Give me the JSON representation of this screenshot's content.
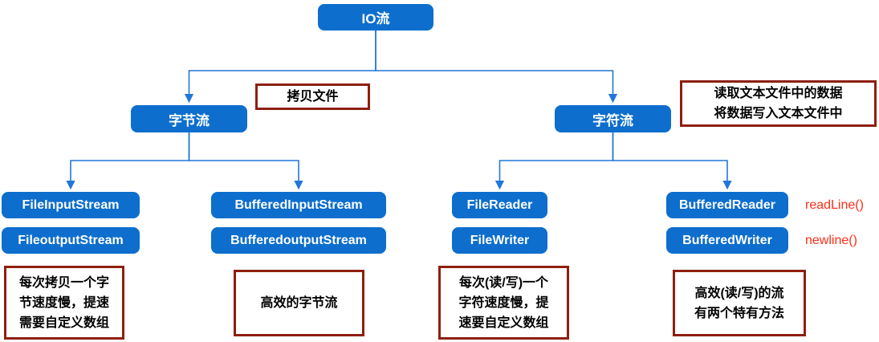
{
  "diagram": {
    "root": {
      "label": "IO流"
    },
    "branches": {
      "byte_stream": {
        "label": "字节流"
      },
      "char_stream": {
        "label": "字符流"
      }
    },
    "leaves": {
      "file_input": "FileInputStream",
      "file_output": "FileoutputStream",
      "buffered_input": "BufferedInputStream",
      "buffered_output": "BufferedoutputStream",
      "file_reader": "FileReader",
      "file_writer": "FileWriter",
      "buffered_reader": "BufferedReader",
      "buffered_writer": "BufferedWriter"
    },
    "annotations": {
      "copy_file": "拷贝文件",
      "char_usage_line1": "读取文本文件中的数据",
      "char_usage_line2": "将数据写入文本文件中",
      "byte_note_line1": "每次拷贝一个字",
      "byte_note_line2": "节速度慢，提速",
      "byte_note_line3": "需要自定义数组",
      "buffered_byte_note": "高效的字节流",
      "char_note_line1": "每次(读/写)一个",
      "char_note_line2": "字符速度慢，提",
      "char_note_line3": "速要自定义数组",
      "buffered_char_note_line1": "高效(读/写)的流",
      "buffered_char_note_line2": "有两个特有方法"
    },
    "method_labels": {
      "read_line": "readLine()",
      "new_line": "newline()"
    },
    "colors": {
      "node_fill": "#0d6ecd",
      "connector": "#2277d8",
      "annotation_border": "#8e1f0f",
      "method_text": "#ff2d16"
    }
  }
}
